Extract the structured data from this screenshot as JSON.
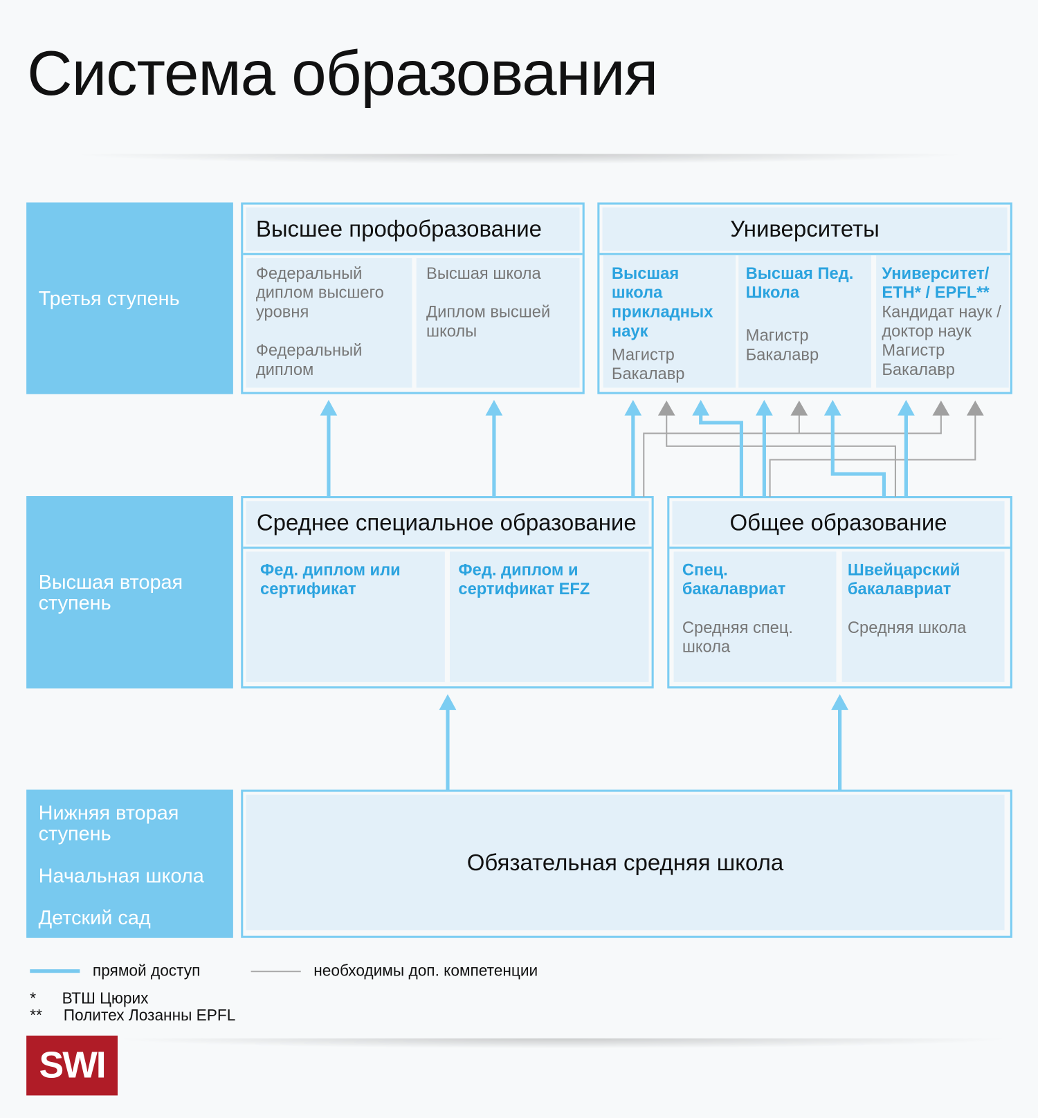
{
  "title": "Система образования",
  "levels": {
    "third": "Третья ступень",
    "upper_second": "Высшая вторая ступень",
    "lower_second": "Нижняя вторая ступень",
    "primary": "Начальная школа",
    "kindergarten": "Детский сад"
  },
  "higher_prof": {
    "header": "Высшее профобразование",
    "col1": [
      "Федеральный диплом высшего уровня",
      "Федеральный диплом"
    ],
    "col2": [
      "Высшая школа",
      "Диплом высшей школы"
    ]
  },
  "universities": {
    "header": "Университеты",
    "col1": {
      "title": "Высшая школа прикладных наук",
      "lines": "Магистр Бакалавр"
    },
    "col2": {
      "title": "Высшая Пед. Школа",
      "lines": "Магистр Бакалавр"
    },
    "col3": {
      "title": "Университет/ ETH*  / EPFL**",
      "lines": "Кандидат наук / доктор наук Магистр Бакалавр"
    }
  },
  "secondary_special": {
    "header": "Среднее специальное образование",
    "col1": "Фед. диплом или сертификат",
    "col2": "Фед. диплом и сертификат EFZ"
  },
  "general": {
    "header": "Общее образование",
    "col1": {
      "title": "Спец. бакалавриат",
      "lines": "Средняя спец. школа"
    },
    "col2": {
      "title": "Швейцарский бакалавриат",
      "lines": "Средняя школа"
    }
  },
  "mandatory": "Обязательная средняя школа",
  "legend": {
    "direct": "прямой доступ",
    "extra": "необходимы доп. компетенции"
  },
  "footnotes": [
    {
      "mark": "*",
      "text": "ВТШ  Цюрих"
    },
    {
      "mark": "**",
      "text": "Политех Лозанны EPFL"
    }
  ],
  "logo": "SWI",
  "colors": {
    "accent": "#78c9ef",
    "line": "#7ccdf2",
    "gray": "#a0a0a0",
    "logo": "#b01c27"
  }
}
